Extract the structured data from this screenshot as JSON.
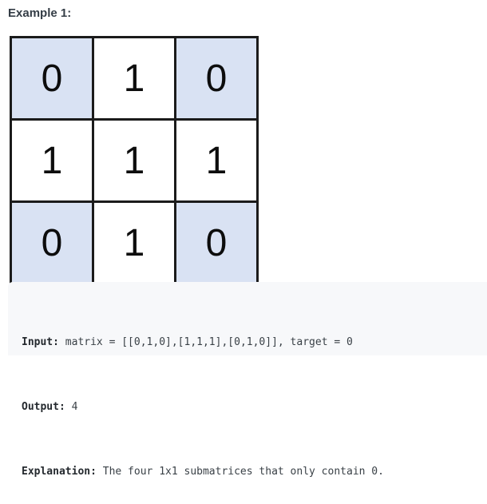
{
  "example": {
    "title": "Example 1:"
  },
  "colors": {
    "highlight": "#d9e2f3",
    "grid_border": "#1b1b1b",
    "code_bg": "#f7f8fa"
  },
  "matrix": {
    "cells": [
      {
        "value": "0",
        "highlighted": true
      },
      {
        "value": "1",
        "highlighted": false
      },
      {
        "value": "0",
        "highlighted": true
      },
      {
        "value": "1",
        "highlighted": false
      },
      {
        "value": "1",
        "highlighted": false
      },
      {
        "value": "1",
        "highlighted": false
      },
      {
        "value": "0",
        "highlighted": true
      },
      {
        "value": "1",
        "highlighted": false
      },
      {
        "value": "0",
        "highlighted": true
      }
    ]
  },
  "code": {
    "lines": [
      {
        "label": "Input:",
        "text": " matrix = [[0,1,0],[1,1,1],[0,1,0]], target = 0"
      },
      {
        "label": "Output:",
        "text": " 4"
      },
      {
        "label": "Explanation:",
        "text": " The four 1x1 submatrices that only contain 0."
      }
    ]
  }
}
